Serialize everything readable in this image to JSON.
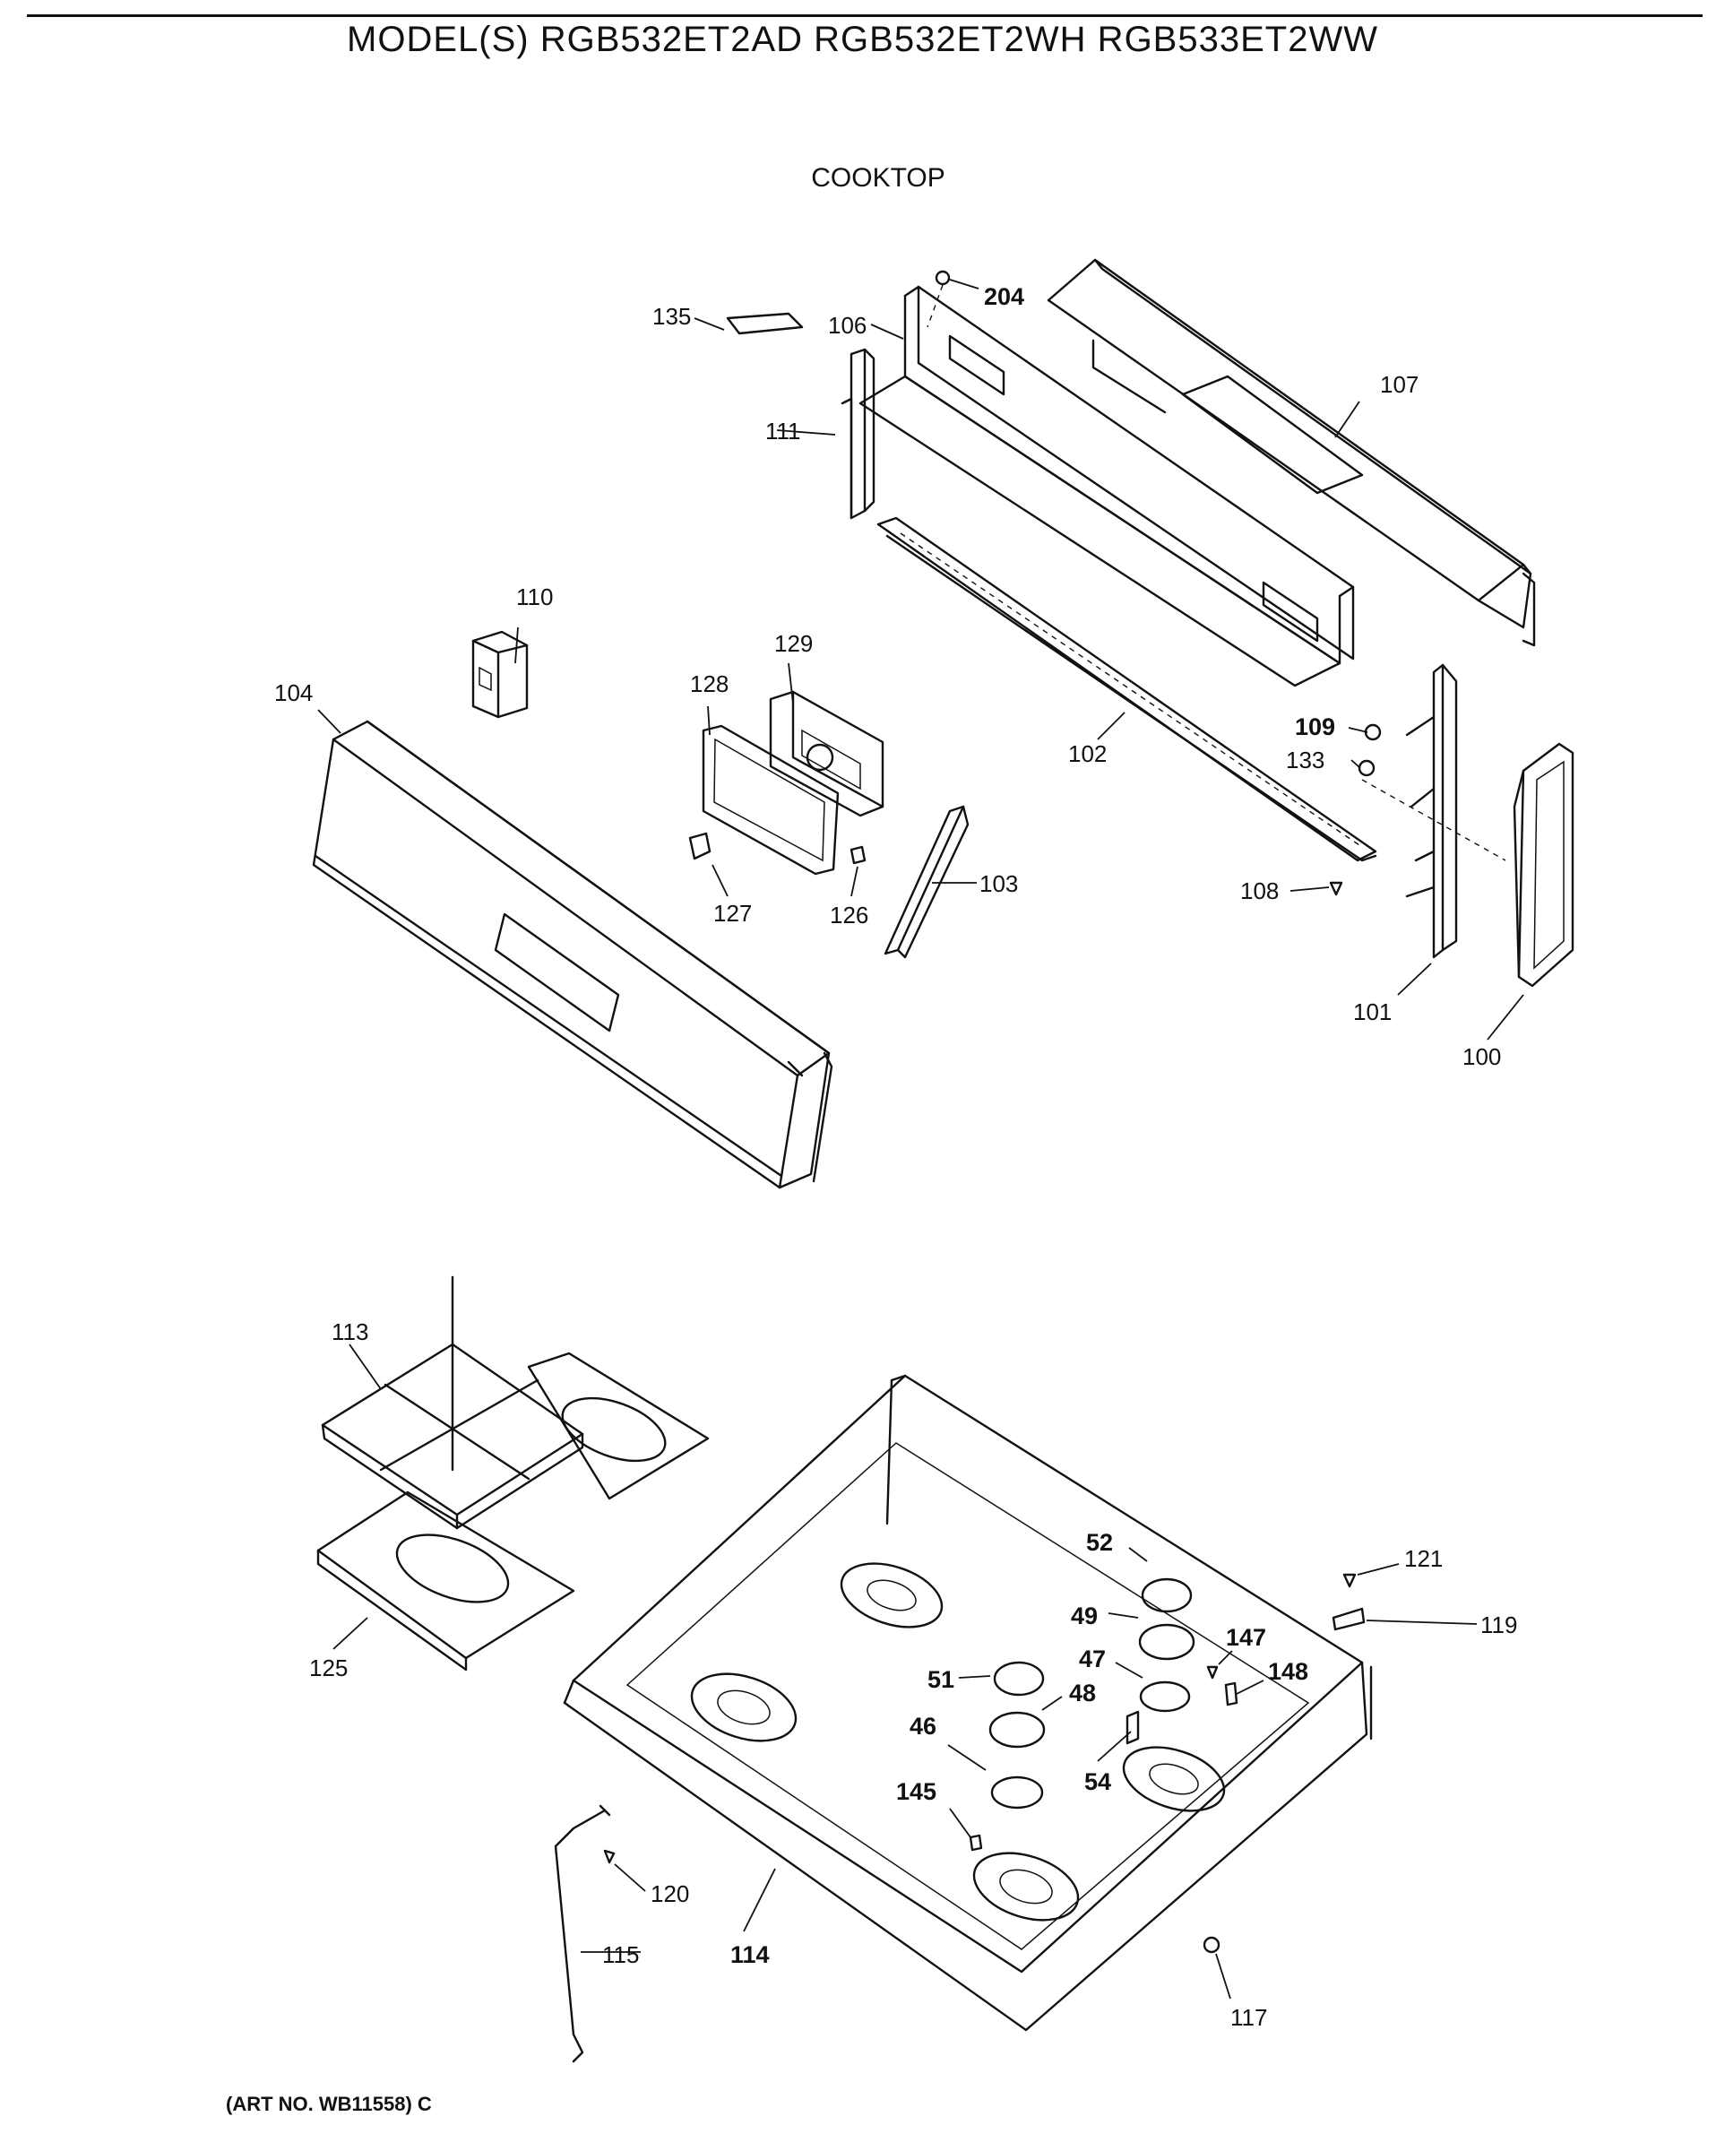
{
  "header": {
    "title": "MODEL(S) RGB532ET2AD  RGB532ET2WH  RGB533ET2WW",
    "section": "COOKTOP"
  },
  "footer": {
    "art_no": "(ART NO. WB11558) C"
  },
  "callouts": {
    "c204": "204",
    "c135": "135",
    "c106": "106",
    "c107": "107",
    "c111": "111",
    "c110": "110",
    "c129": "129",
    "c128": "128",
    "c104": "104",
    "c102": "102",
    "c109": "109",
    "c133": "133",
    "c108": "108",
    "c103": "103",
    "c127": "127",
    "c126": "126",
    "c101": "101",
    "c100": "100",
    "c113": "113",
    "c125": "125",
    "c52": "52",
    "c121": "121",
    "c49": "49",
    "c119": "119",
    "c147": "147",
    "c47": "47",
    "c148": "148",
    "c51": "51",
    "c48": "48",
    "c46": "46",
    "c54": "54",
    "c145": "145",
    "c120": "120",
    "c115": "115",
    "c114": "114",
    "c117": "117"
  }
}
